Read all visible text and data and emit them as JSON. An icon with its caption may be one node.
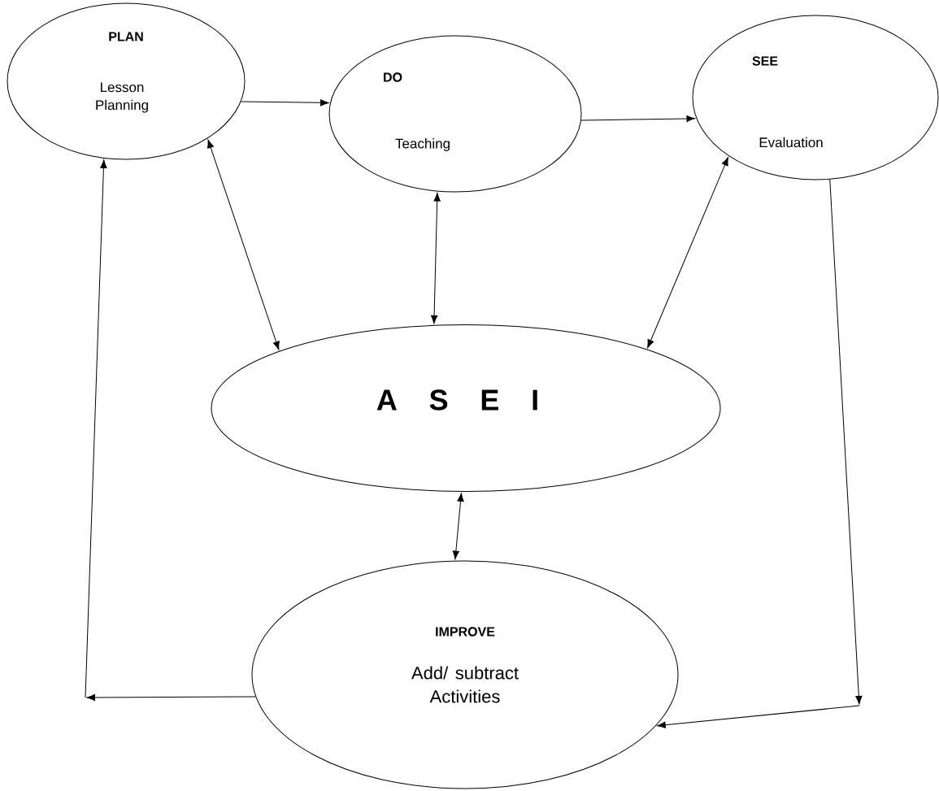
{
  "diagram": {
    "nodes": [
      {
        "text": [
          "PLAN",
          "Lesson Planning"
        ]
      },
      {
        "text": [
          "DO",
          "Teaching"
        ]
      },
      {
        "text": [
          "SEE",
          "Evaluation"
        ]
      },
      {
        "text": [
          "A S E I"
        ]
      },
      {
        "text": [
          "IMPROVE",
          "Add/ subtract Activities"
        ]
      }
    ],
    "edges": [
      {
        "from": 0,
        "to": 1,
        "arrow": "to"
      },
      {
        "from": 1,
        "to": 2,
        "arrow": "to"
      },
      {
        "from": 0,
        "to": 3,
        "arrow": "both"
      },
      {
        "from": 1,
        "to": 3,
        "arrow": "both"
      },
      {
        "from": 2,
        "to": 3,
        "arrow": "both"
      },
      {
        "from": 3,
        "to": 4,
        "arrow": "both"
      },
      {
        "from": 2,
        "to": null,
        "arrow": "to"
      },
      {
        "from": null,
        "to": 4,
        "arrow": "to"
      },
      {
        "from": 4,
        "to": null,
        "arrow": "to"
      },
      {
        "from": null,
        "to": 0,
        "arrow": "to"
      }
    ]
  }
}
